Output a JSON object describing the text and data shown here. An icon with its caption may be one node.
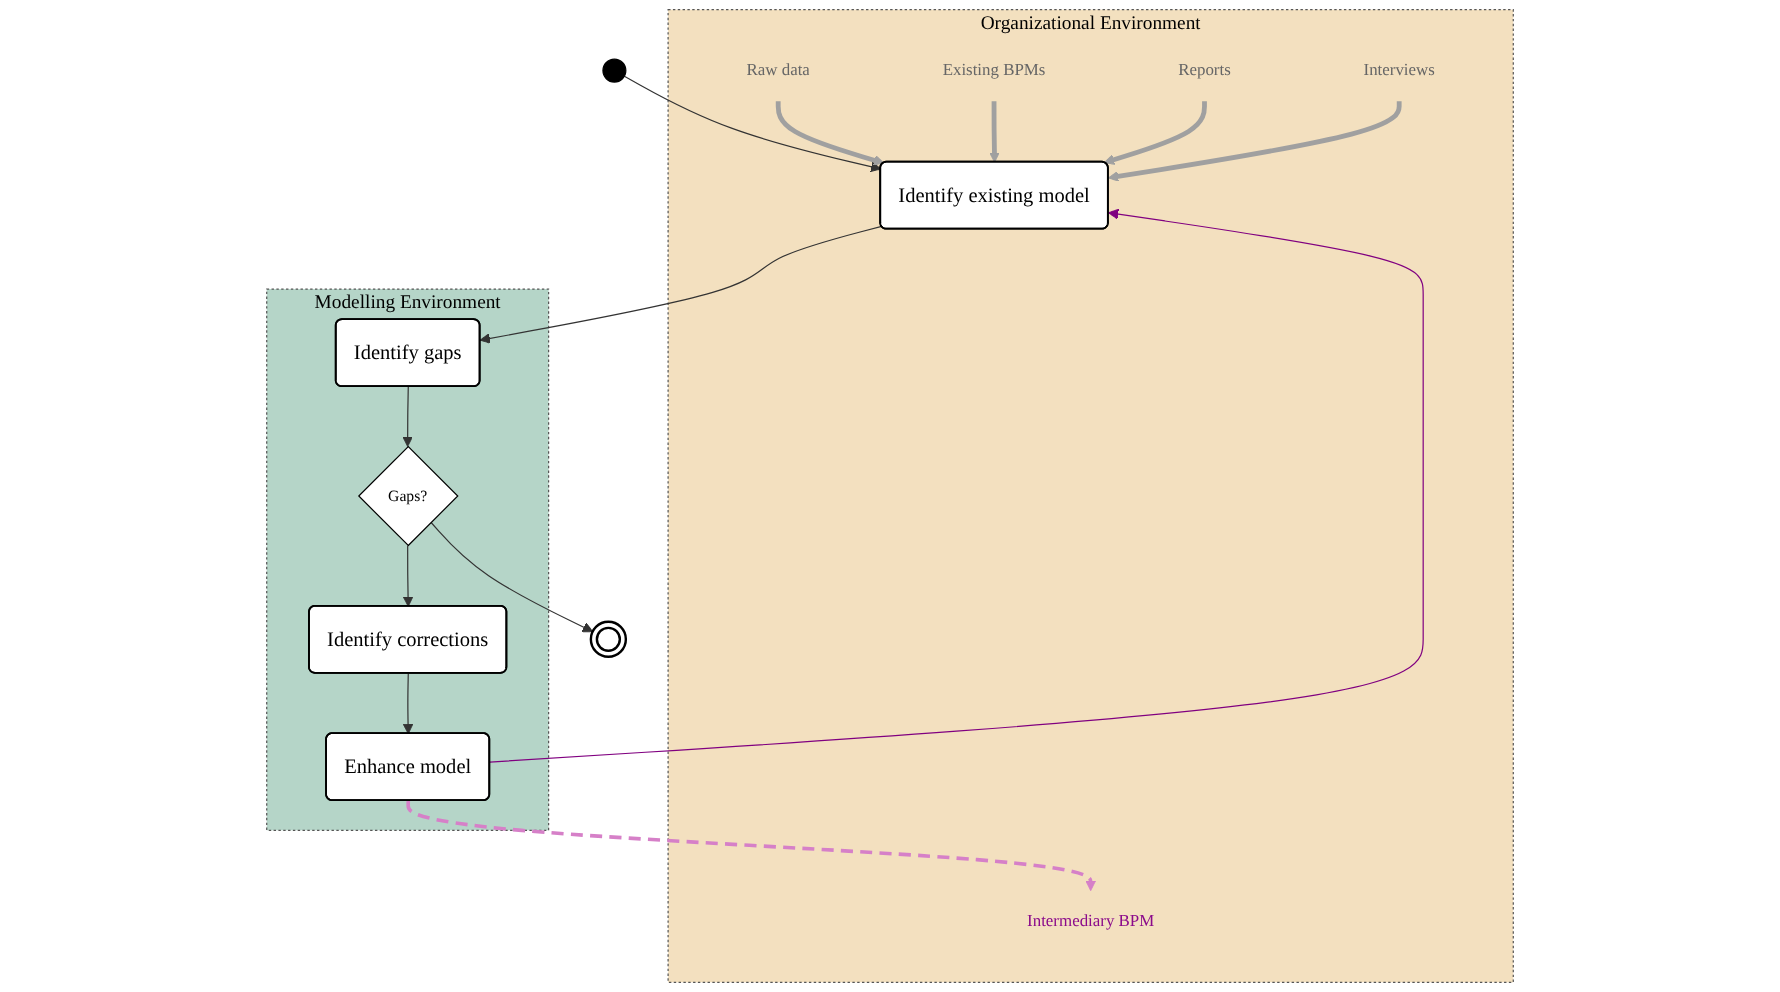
{
  "diagram": {
    "nodes": [
      {
        "text": [
          "Organizational Environment"
        ]
      },
      {
        "text": [],
        "shape": "circle"
      },
      {
        "text": [
          "Raw data"
        ],
        "in": 0
      },
      {
        "text": [
          "Existing BPMs"
        ],
        "in": 0
      },
      {
        "text": [
          "Reports"
        ],
        "in": 0
      },
      {
        "text": [
          "Interviews"
        ],
        "in": 0
      },
      {
        "text": [
          "Intermediary BPM"
        ],
        "in": 0
      },
      {
        "text": [
          "Identify existing model"
        ],
        "in": 0
      },
      {
        "text": [
          "Modelling Environment"
        ]
      },
      {
        "text": [
          "Identify gaps"
        ],
        "in": 8
      },
      {
        "text": [
          "Gaps?"
        ],
        "in": 8
      },
      {
        "text": [
          "Identify corrections"
        ],
        "in": 8
      },
      {
        "text": [
          "Enhance model"
        ],
        "in": 8
      },
      {
        "text": [],
        "shape": "circle"
      }
    ],
    "edges": [
      {
        "from": 1,
        "to": 7,
        "arrow": "to"
      },
      {
        "from": 2,
        "to": 7,
        "arrow": "to",
        "style": "thick",
        "color": "#a0a0a0"
      },
      {
        "from": 3,
        "to": 7,
        "arrow": "to",
        "style": "thick",
        "color": "#a0a0a0"
      },
      {
        "from": 4,
        "to": 7,
        "arrow": "to",
        "style": "thick",
        "color": "#a0a0a0"
      },
      {
        "from": 5,
        "to": 7,
        "arrow": "to",
        "style": "thick",
        "color": "#a0a0a0"
      },
      {
        "from": 7,
        "to": 9,
        "arrow": "to"
      },
      {
        "from": 9,
        "to": 10,
        "arrow": "to"
      },
      {
        "from": 10,
        "to": 11,
        "arrow": "to"
      },
      {
        "from": 11,
        "to": 12,
        "arrow": "to"
      },
      {
        "from": 12,
        "to": 7,
        "arrow": "to",
        "color": "#800080"
      },
      {
        "from": 12,
        "to": 6,
        "arrow": "to",
        "style": "dashed",
        "color": "#d680c8"
      },
      {
        "from": 10,
        "to": 13,
        "arrow": "to"
      }
    ]
  }
}
